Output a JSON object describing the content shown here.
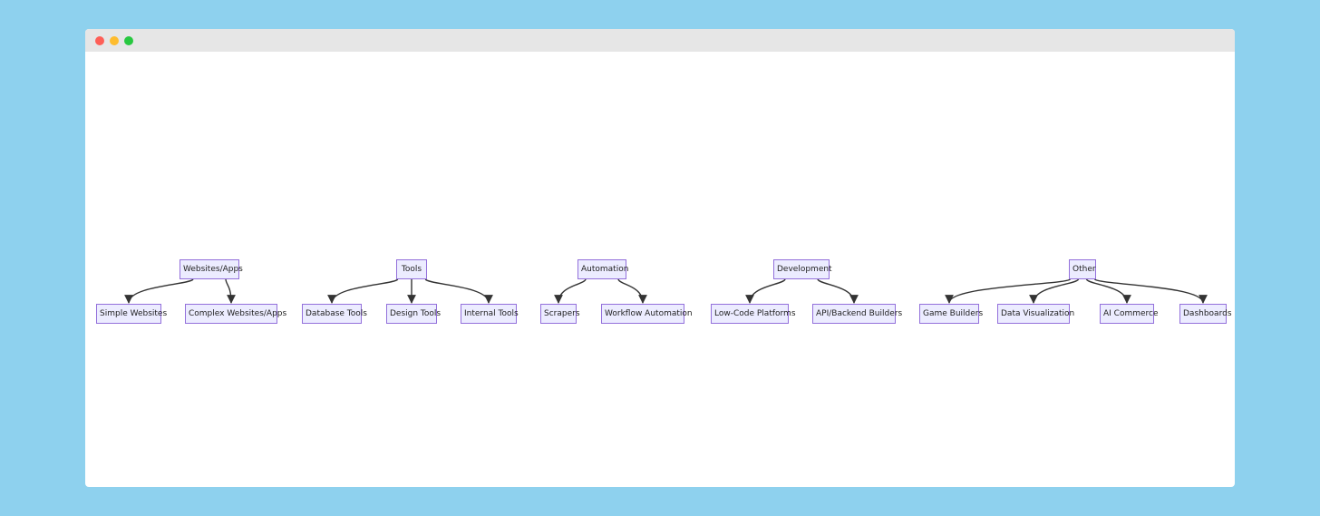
{
  "colors": {
    "background": "#8ed1ee",
    "node_fill": "#ececff",
    "node_border": "#9370db",
    "edge": "#333333"
  },
  "icons": [
    "close-dot-icon",
    "minimize-dot-icon",
    "maximize-dot-icon"
  ],
  "diagram": {
    "type": "flowchart",
    "groups": [
      {
        "root": "Websites/Apps",
        "children": [
          "Simple Websites",
          "Complex Websites/Apps"
        ]
      },
      {
        "root": "Tools",
        "children": [
          "Database Tools",
          "Design Tools",
          "Internal Tools"
        ]
      },
      {
        "root": "Automation",
        "children": [
          "Scrapers",
          "Workflow Automation"
        ]
      },
      {
        "root": "Development",
        "children": [
          "Low-Code Platforms",
          "API/Backend Builders"
        ]
      },
      {
        "root": "Other",
        "children": [
          "Game Builders",
          "Data Visualization",
          "AI Commerce",
          "Dashboards"
        ]
      }
    ]
  }
}
